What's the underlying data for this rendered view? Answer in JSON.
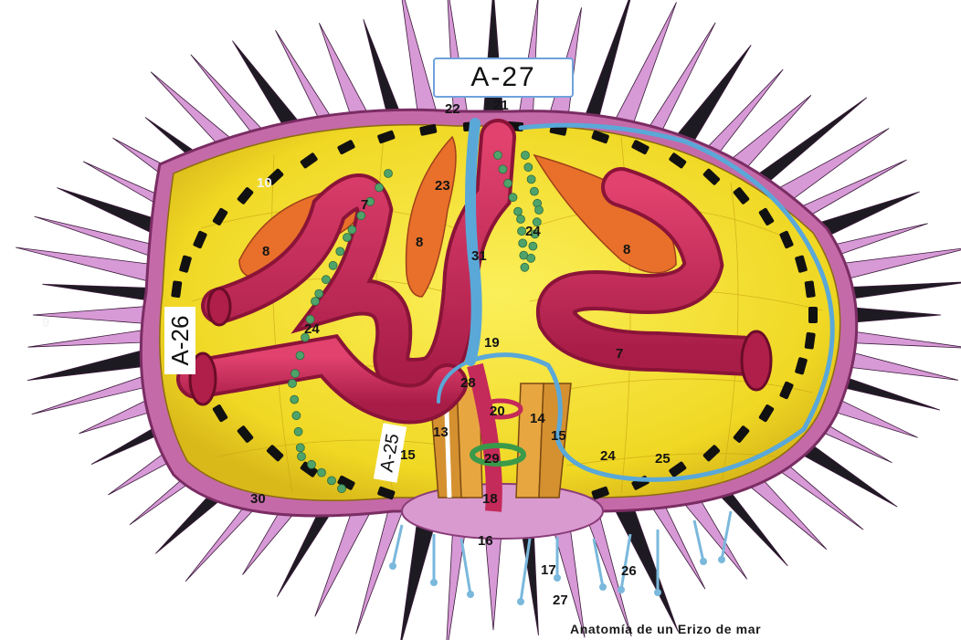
{
  "caption": "Anatomía de un Erizo de mar",
  "plates": {
    "a27": "A-27",
    "a26": "A-26",
    "a25": "A-25"
  },
  "labels": {
    "l7a": "7",
    "l7b": "7",
    "l8a": "8",
    "l8b": "8",
    "l8c": "8",
    "l9": "9",
    "l10": "10",
    "l13": "13",
    "l14": "14",
    "l15a": "15",
    "l15b": "15",
    "l16": "16",
    "l17": "17",
    "l18": "18",
    "l19": "19",
    "l20": "20",
    "l21": "21",
    "l22": "22",
    "l23": "23",
    "l24a": "24",
    "l24b": "24",
    "l24c": "24",
    "l25": "25",
    "l26": "26",
    "l27": "27",
    "l28": "28",
    "l29": "29",
    "l30": "30",
    "l31": "31"
  },
  "colors": {
    "spine_dark": "#1e1a22",
    "spine_pink": "#d79ad6",
    "test_shell": "#111111",
    "body_yellow": "#f3e02a",
    "intestine": "#c42a5a",
    "gonad": "#e8702a",
    "water_vascular": "#5aa8d8",
    "ampullae": "#4fa36a",
    "tube_feet": "#7ab8dc"
  }
}
